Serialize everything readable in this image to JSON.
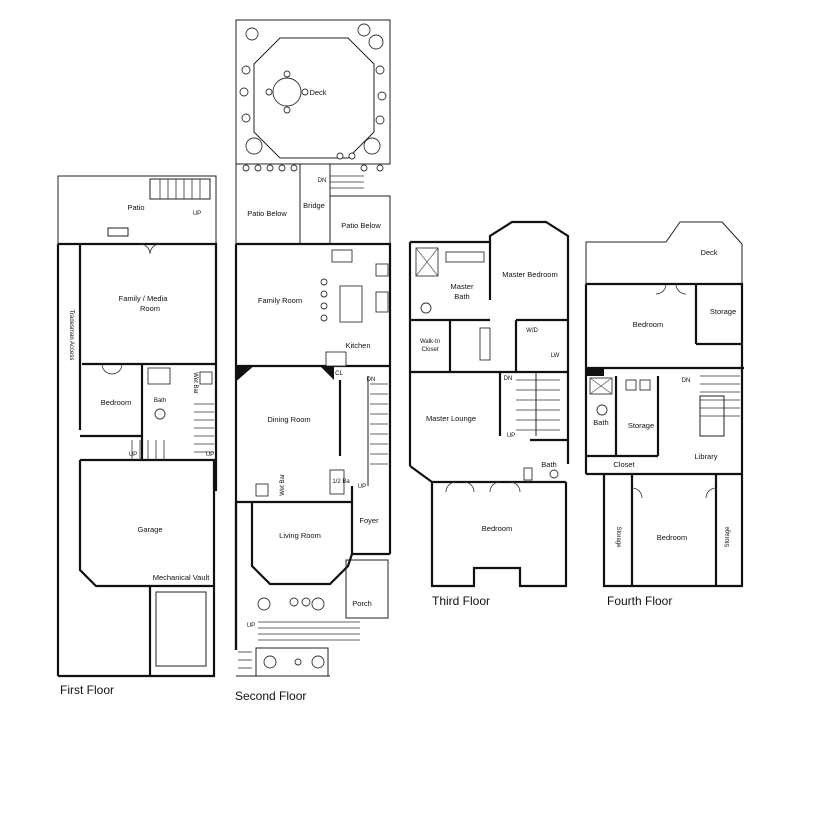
{
  "floors": {
    "first": {
      "title": "First Floor",
      "rooms": {
        "patio": "Patio",
        "family_media_1": "Family / Media",
        "family_media_2": "Room",
        "bedroom": "Bedroom",
        "bath": "Bath",
        "wet_bar": "Wet Bar",
        "garage": "Garage",
        "mechanical_vault": "Mechanical Vault",
        "tradesman_access": "Tradesman Access"
      },
      "stair_labels": {
        "up_patio": "UP",
        "up_left": "UP",
        "up_right": "UP"
      }
    },
    "second": {
      "title": "Second Floor",
      "rooms": {
        "deck": "Deck",
        "patio_below_left": "Patio Below",
        "bridge": "Bridge",
        "patio_below_right": "Patio Below",
        "family_room": "Family Room",
        "kitchen": "Kitchen",
        "dining_room": "Dining Room",
        "cl": "CL",
        "wet_bar": "Wet Bar",
        "half_bath": "1/2 Ba",
        "living_room": "Living Room",
        "foyer": "Foyer",
        "porch": "Porch"
      },
      "stair_labels": {
        "dn_bridge": "DN",
        "dn_hall": "DN",
        "up_hall": "UP",
        "up_porch": "UP"
      }
    },
    "third": {
      "title": "Third Floor",
      "rooms": {
        "master_bath_1": "Master",
        "master_bath_2": "Bath",
        "master_bedroom": "Master Bedroom",
        "walk_in_closet_1": "Walk-In",
        "walk_in_closet_2": "Closet",
        "wd": "W/D",
        "lw": "LW",
        "master_lounge": "Master Lounge",
        "bath": "Bath",
        "bedroom": "Bedroom"
      },
      "stair_labels": {
        "dn": "DN",
        "up": "UP"
      }
    },
    "fourth": {
      "title": "Fourth Floor",
      "rooms": {
        "deck": "Deck",
        "bedroom_top": "Bedroom",
        "storage_top": "Storage",
        "bath": "Bath",
        "storage_mid": "Storage",
        "closet": "Closet",
        "library": "Library",
        "storage_left": "Storage",
        "bedroom_bottom": "Bedroom",
        "storage_right": "Storage"
      },
      "stair_labels": {
        "dn": "DN"
      }
    }
  }
}
